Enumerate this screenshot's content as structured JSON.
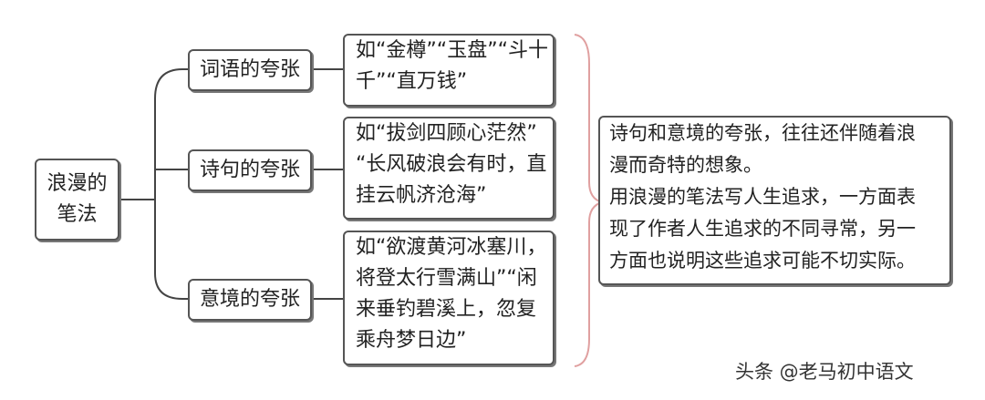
{
  "root": {
    "line1": "浪漫的",
    "line2": "笔法"
  },
  "branches": [
    {
      "label": "词语的夸张",
      "example_lines": [
        "如“金樽”“玉盘”“斗十",
        "千”“直万钱”"
      ]
    },
    {
      "label": "诗句的夸张",
      "example_lines": [
        "如“拔剑四顾心茫然”",
        "“长风破浪会有时，直",
        "挂云帆济沧海”"
      ]
    },
    {
      "label": "意境的夸张",
      "example_lines": [
        "如“欲渡黄河冰塞川，",
        "将登太行雪满山”“闲",
        "来垂钓碧溪上，忽复",
        "乘舟梦日边”"
      ]
    }
  ],
  "summary_lines": [
    "诗句和意境的夸张，往往还伴随着浪",
    "漫而奇特的想象。",
    "用浪漫的笔法写人生追求，一方面表",
    "现了作者人生追求的不同寻常，另一",
    "方面也说明这些追求可能不切实际。"
  ],
  "credit": "头条 @老马初中语文",
  "colors": {
    "line": "#444444",
    "brace": "#e0a0a0",
    "border": "#555555"
  }
}
